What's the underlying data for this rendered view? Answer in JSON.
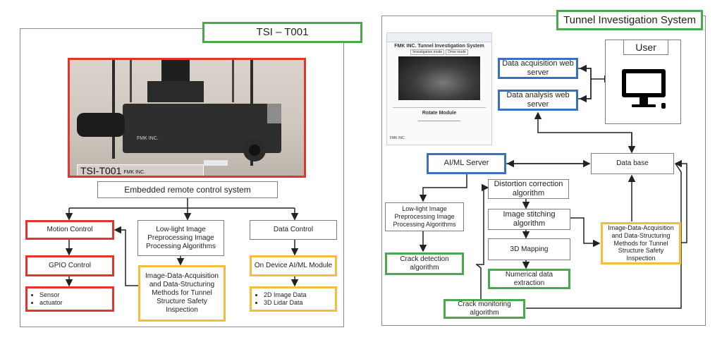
{
  "left": {
    "title": "TSI – T001",
    "photo_label": "TSI-T001",
    "photo_label_small": "FMK INC.",
    "device_brand": "FMK INC.",
    "embedded": "Embedded remote control system",
    "motion": "Motion Control",
    "gpio": "GPIO Control",
    "io_items": [
      "Sensor",
      "actuator"
    ],
    "lowlight": "Low-light Image Preprocessing Image Processing Algorithms",
    "image_data": "Image-Data-Acquisition and Data-Structuring Methods for Tunnel Structure Safety Inspection",
    "data_control": "Data Control",
    "ondevice": "On Device AI/ML Module",
    "data_items": [
      "2D Image Data",
      "3D Lidar Data"
    ]
  },
  "right": {
    "title": "Tunnel Investigation System",
    "screenshot_title": "FMK INC. Tunnel Investigation System",
    "screenshot_tabs": [
      "Investigation mode",
      "Drive mode"
    ],
    "screenshot_rotate": "Rotate Module",
    "screenshot_footer": "FMK INC.",
    "user": "User",
    "acq_server": "Data acquisition web server",
    "analysis_server": "Data analysis web server",
    "database": "Data base",
    "ai_server": "AI/ML Server",
    "lowlight": "Low-light Image Preprocessing Image Processing Algorithms",
    "crack_detection": "Crack detection algorithm",
    "distortion": "Distortion correction algorithm",
    "stitching": "Image stitching algorithm",
    "mapping": "3D Mapping",
    "numerical": "Numerical data extraction",
    "image_data": "Image-Data-Acquisition and Data-Structuring Methods for Tunnel Structure Safety Inspection",
    "crack_monitoring": "Crack monitoring algorithm"
  },
  "colors": {
    "red": "#e2352c",
    "orange": "#f3be3e",
    "green": "#4aa84f",
    "blue": "#3a6fc4"
  },
  "icons": [
    "computer-monitor-icon"
  ]
}
